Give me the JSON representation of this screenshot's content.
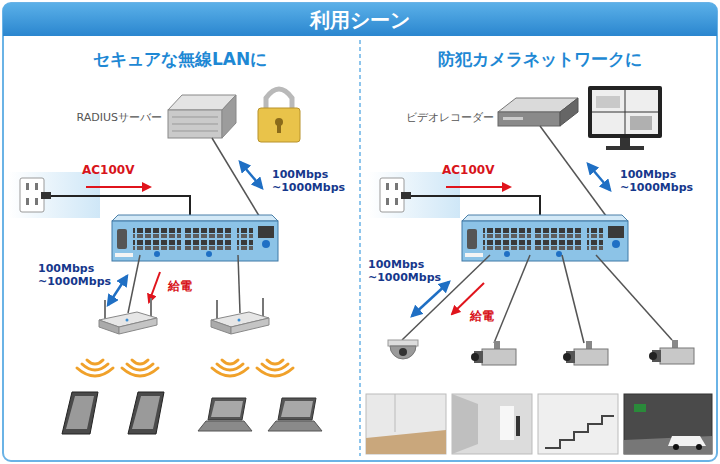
{
  "diagram": {
    "title": "利用シーン",
    "nodes": [
      {
        "text": [
          "セキュアな無線LANに"
        ]
      },
      {
        "text": [
          "防犯カメラネットワークに"
        ]
      },
      {
        "text": [
          "RADIUSサーバー"
        ],
        "in": 0
      },
      {
        "text": [
          "ビデオレコーダー"
        ],
        "in": 1
      }
    ],
    "labels": [
      "AC100V",
      "100Mbps ~1000Mbps",
      "100Mbps ~1000Mbps",
      "給電",
      "AC100V",
      "100Mbps ~1000Mbps",
      "100Mbps ~1000Mbps",
      "給電"
    ]
  }
}
